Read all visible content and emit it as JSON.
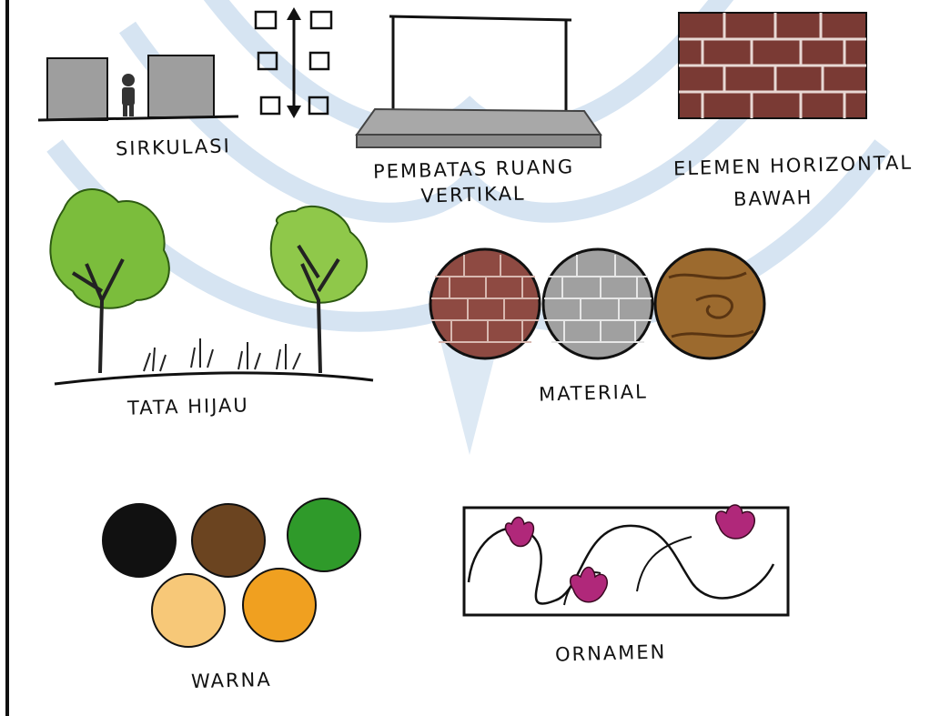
{
  "labels": {
    "sirkulasi": "SIRKULASI",
    "pembatas_line1": "PEMBATAS RUANG",
    "pembatas_line2": "VERTIKAL",
    "elemen_line1": "ELEMEN HORIZONTAL",
    "elemen_line2": "BAWAH",
    "tata_hijau": "TATA   HIJAU",
    "material": "MATERIAL",
    "warna": "WARNA",
    "ornamen": "ORNAMEN"
  },
  "colors": {
    "watermark": "#cfe0f0",
    "ink": "#111111",
    "brick": "#7a3a34",
    "brick_light": "#8e4a42",
    "stone": "#9a9a9a",
    "wood": "#9c6a2e",
    "leaf": "#7bbd3c",
    "petal": "#b0287a"
  },
  "warna_swatches": [
    "#111111",
    "#6b4420",
    "#2f9a2a",
    "#f7c878",
    "#f0a020"
  ],
  "icons": [
    "person-icon",
    "double-arrow-icon",
    "tree-icon",
    "grass-icon",
    "flower-icon"
  ]
}
